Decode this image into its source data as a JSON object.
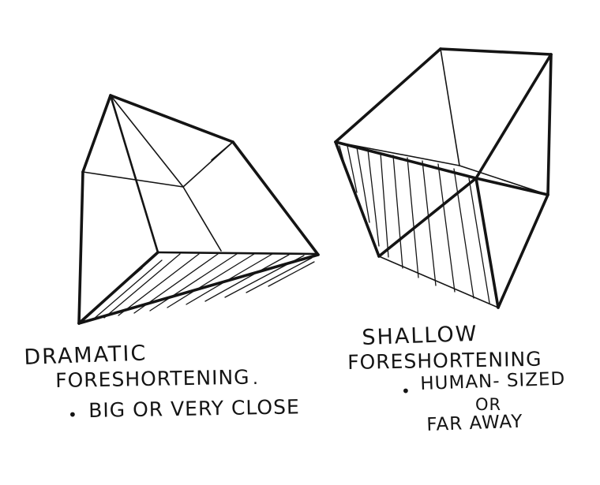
{
  "left_caption": {
    "line1": "DRAMATIC",
    "line2": "FORESHORTENING",
    "period": ".",
    "bullet": "•",
    "note": "BIG OR VERY CLOSE"
  },
  "right_caption": {
    "line1": "SHALLOW",
    "line2": "FORESHORTENING",
    "bullet": "•",
    "note1": "HUMAN- SIZED",
    "note2": "OR",
    "note3": "FAR AWAY"
  },
  "ink_color": "#141414"
}
